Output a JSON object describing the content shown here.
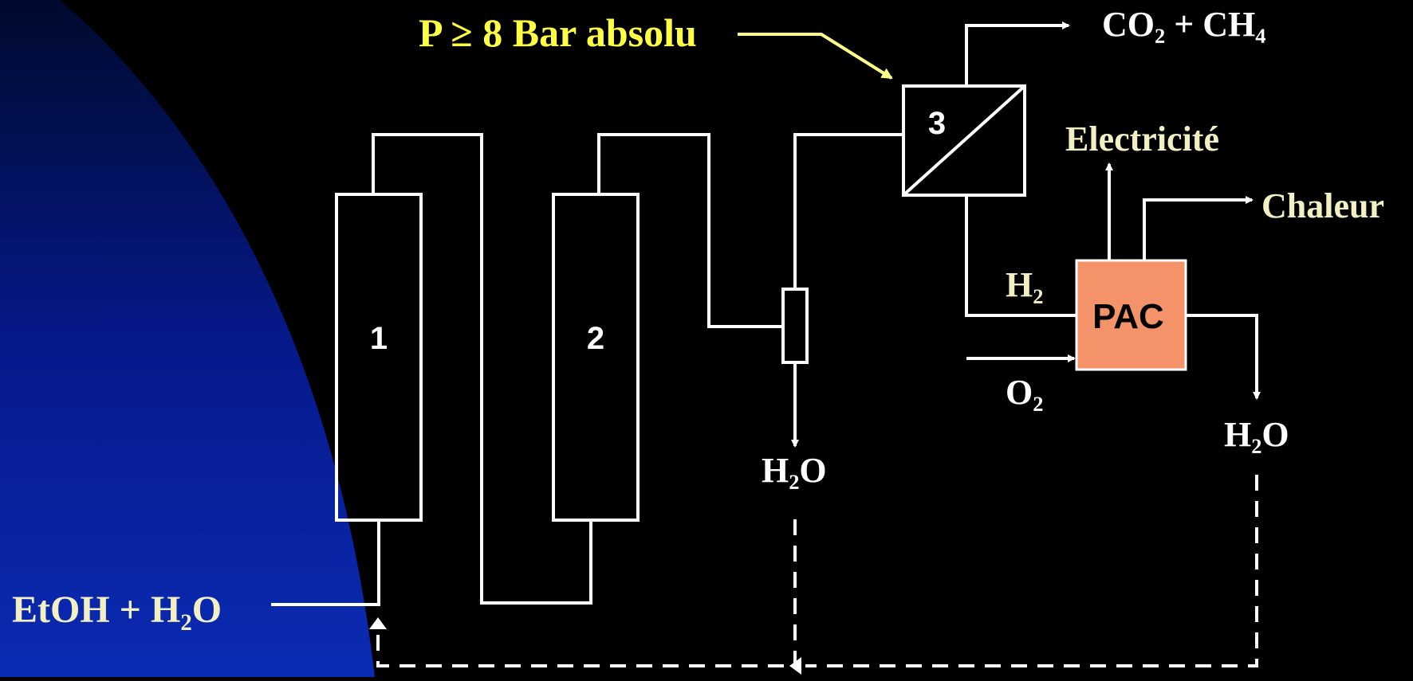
{
  "colors": {
    "background": "#000000",
    "gradient_top": "#000a2e",
    "gradient_bottom": "#0a2bb3",
    "line": "#ffffff",
    "annotation": "#ffff44",
    "pressure_arrow": "#ffff88",
    "beige_label": "#f2efc2",
    "white_label": "#ffffff",
    "pac_fill": "#f4936a"
  },
  "diagram": {
    "feed_label": "EtOH + H₂O",
    "column_1_label": "1",
    "column_2_label": "2",
    "separator_label": "3",
    "pressure_label": "P ≥ 8 Bar absolu",
    "outlet_label": "CO₂ + CH₄",
    "electricity_label": "Electricité",
    "heat_label": "Chaleur",
    "hydrogen_label": "H₂",
    "oxygen_label": "O₂",
    "fuel_cell_label": "PAC",
    "water_label_middle": "H₂O",
    "water_label_right": "H₂O"
  }
}
